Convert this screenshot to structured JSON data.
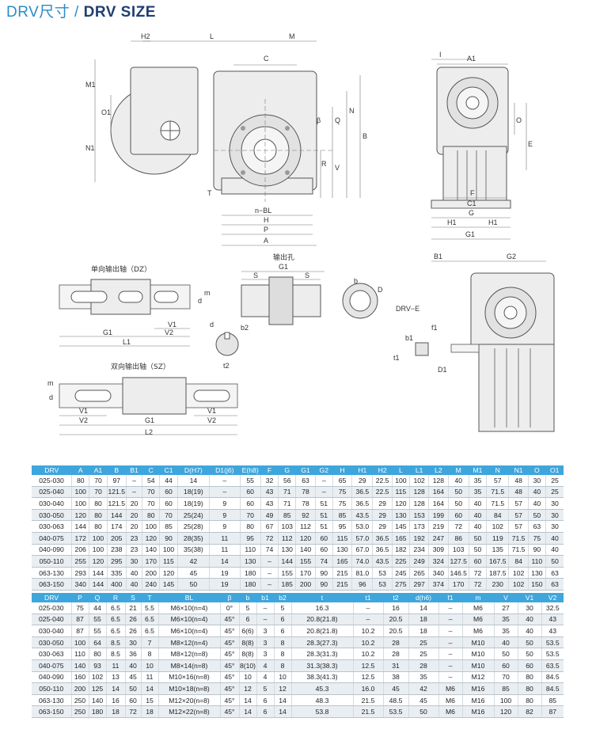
{
  "title": {
    "cn": "DRV尺寸",
    "sep": " / ",
    "en": "DRV SIZE"
  },
  "labels": {
    "H2": "H2",
    "L": "L",
    "M": "M",
    "C": "C",
    "M1": "M1",
    "O1": "O1",
    "N1": "N1",
    "Q": "Q",
    "N": "N",
    "B": "B",
    "beta": "β",
    "R": "R",
    "V": "V",
    "T": "T",
    "nBL": "n−BL",
    "H": "H",
    "P": "P",
    "A": "A",
    "I": "I",
    "A1": "A1",
    "O": "O",
    "E": "E",
    "F": "F",
    "C1": "C1",
    "G": "G",
    "H1": "H1",
    "G1": "G1",
    "dz": "单向输出轴（DZ）",
    "sz": "双向输出轴（SZ）",
    "hole": "输出孔",
    "m": "m",
    "d": "d",
    "V1": "V1",
    "V2": "V2",
    "L1": "L1",
    "L2": "L2",
    "S": "S",
    "b": "b",
    "D": "D",
    "b2": "b2",
    "t2": "t2",
    "B1": "B1",
    "G2": "G2",
    "drve": "DRV−E",
    "b1": "b1",
    "f1": "f1",
    "t1": "t1",
    "D1": "D1"
  },
  "table1": {
    "headers": [
      "DRV",
      "A",
      "A1",
      "B",
      "B1",
      "C",
      "C1",
      "D(H7)",
      "D1(j6)",
      "E(h8)",
      "F",
      "G",
      "G1",
      "G2",
      "H",
      "H1",
      "H2",
      "L",
      "L1",
      "L2",
      "M",
      "M1",
      "N",
      "N1",
      "O",
      "O1"
    ],
    "rows": [
      [
        "025-030",
        "80",
        "70",
        "97",
        "–",
        "54",
        "44",
        "14",
        "–",
        "55",
        "32",
        "56",
        "63",
        "–",
        "65",
        "29",
        "22.5",
        "100",
        "102",
        "128",
        "40",
        "35",
        "57",
        "48",
        "30",
        "25"
      ],
      [
        "025-040",
        "100",
        "70",
        "121.5",
        "–",
        "70",
        "60",
        "18(19)",
        "–",
        "60",
        "43",
        "71",
        "78",
        "–",
        "75",
        "36.5",
        "22.5",
        "115",
        "128",
        "164",
        "50",
        "35",
        "71.5",
        "48",
        "40",
        "25"
      ],
      [
        "030-040",
        "100",
        "80",
        "121.5",
        "20",
        "70",
        "60",
        "18(19)",
        "9",
        "60",
        "43",
        "71",
        "78",
        "51",
        "75",
        "36.5",
        "29",
        "120",
        "128",
        "164",
        "50",
        "40",
        "71.5",
        "57",
        "40",
        "30"
      ],
      [
        "030-050",
        "120",
        "80",
        "144",
        "20",
        "80",
        "70",
        "25(24)",
        "9",
        "70",
        "49",
        "85",
        "92",
        "51",
        "85",
        "43.5",
        "29",
        "130",
        "153",
        "199",
        "60",
        "40",
        "84",
        "57",
        "50",
        "30"
      ],
      [
        "030-063",
        "144",
        "80",
        "174",
        "20",
        "100",
        "85",
        "25(28)",
        "9",
        "80",
        "67",
        "103",
        "112",
        "51",
        "95",
        "53.0",
        "29",
        "145",
        "173",
        "219",
        "72",
        "40",
        "102",
        "57",
        "63",
        "30"
      ],
      [
        "040-075",
        "172",
        "100",
        "205",
        "23",
        "120",
        "90",
        "28(35)",
        "11",
        "95",
        "72",
        "112",
        "120",
        "60",
        "115",
        "57.0",
        "36.5",
        "165",
        "192",
        "247",
        "86",
        "50",
        "119",
        "71.5",
        "75",
        "40"
      ],
      [
        "040-090",
        "206",
        "100",
        "238",
        "23",
        "140",
        "100",
        "35(38)",
        "11",
        "110",
        "74",
        "130",
        "140",
        "60",
        "130",
        "67.0",
        "36.5",
        "182",
        "234",
        "309",
        "103",
        "50",
        "135",
        "71.5",
        "90",
        "40"
      ],
      [
        "050-110",
        "255",
        "120",
        "295",
        "30",
        "170",
        "115",
        "42",
        "14",
        "130",
        "–",
        "144",
        "155",
        "74",
        "165",
        "74.0",
        "43.5",
        "225",
        "249",
        "324",
        "127.5",
        "60",
        "167.5",
        "84",
        "110",
        "50"
      ],
      [
        "063-130",
        "293",
        "144",
        "335",
        "40",
        "200",
        "120",
        "45",
        "19",
        "180",
        "–",
        "155",
        "170",
        "90",
        "215",
        "81.0",
        "53",
        "245",
        "265",
        "340",
        "146.5",
        "72",
        "187.5",
        "102",
        "130",
        "63"
      ],
      [
        "063-150",
        "340",
        "144",
        "400",
        "40",
        "240",
        "145",
        "50",
        "19",
        "180",
        "–",
        "185",
        "200",
        "90",
        "215",
        "96",
        "53",
        "275",
        "297",
        "374",
        "170",
        "72",
        "230",
        "102",
        "150",
        "63"
      ]
    ]
  },
  "table2": {
    "headers": [
      "DRV",
      "P",
      "Q",
      "R",
      "S",
      "T",
      "BL",
      "β",
      "b",
      "b1",
      "b2",
      "t",
      "t1",
      "t2",
      "d(h6)",
      "f1",
      "m",
      "V",
      "V1",
      "V2"
    ],
    "rows": [
      [
        "025-030",
        "75",
        "44",
        "6.5",
        "21",
        "5.5",
        "M6×10(n=4)",
        "0°",
        "5",
        "–",
        "5",
        "16.3",
        "–",
        "16",
        "14",
        "–",
        "M6",
        "27",
        "30",
        "32.5"
      ],
      [
        "025-040",
        "87",
        "55",
        "6.5",
        "26",
        "6.5",
        "M6×10(n=4)",
        "45°",
        "6",
        "–",
        "6",
        "20.8(21.8)",
        "–",
        "20.5",
        "18",
        "–",
        "M6",
        "35",
        "40",
        "43"
      ],
      [
        "030-040",
        "87",
        "55",
        "6.5",
        "26",
        "6.5",
        "M6×10(n=4)",
        "45°",
        "6(6)",
        "3",
        "6",
        "20.8(21.8)",
        "10.2",
        "20.5",
        "18",
        "–",
        "M6",
        "35",
        "40",
        "43"
      ],
      [
        "030-050",
        "100",
        "64",
        "8.5",
        "30",
        "7",
        "M8×12(n=4)",
        "45°",
        "8(8)",
        "3",
        "8",
        "28.3(27.3)",
        "10.2",
        "28",
        "25",
        "–",
        "M10",
        "40",
        "50",
        "53.5"
      ],
      [
        "030-063",
        "110",
        "80",
        "8.5",
        "36",
        "8",
        "M8×12(n=8)",
        "45°",
        "8(8)",
        "3",
        "8",
        "28.3(31.3)",
        "10.2",
        "28",
        "25",
        "–",
        "M10",
        "50",
        "50",
        "53.5"
      ],
      [
        "040-075",
        "140",
        "93",
        "11",
        "40",
        "10",
        "M8×14(n=8)",
        "45°",
        "8(10)",
        "4",
        "8",
        "31.3(38.3)",
        "12.5",
        "31",
        "28",
        "–",
        "M10",
        "60",
        "60",
        "63.5"
      ],
      [
        "040-090",
        "160",
        "102",
        "13",
        "45",
        "11",
        "M10×16(n=8)",
        "45°",
        "10",
        "4",
        "10",
        "38.3(41.3)",
        "12.5",
        "38",
        "35",
        "–",
        "M12",
        "70",
        "80",
        "84.5"
      ],
      [
        "050-110",
        "200",
        "125",
        "14",
        "50",
        "14",
        "M10×18(n=8)",
        "45°",
        "12",
        "5",
        "12",
        "45.3",
        "16.0",
        "45",
        "42",
        "M6",
        "M16",
        "85",
        "80",
        "84.5"
      ],
      [
        "063-130",
        "250",
        "140",
        "16",
        "60",
        "15",
        "M12×20(n=8)",
        "45°",
        "14",
        "6",
        "14",
        "48.3",
        "21.5",
        "48.5",
        "45",
        "M6",
        "M16",
        "100",
        "80",
        "85"
      ],
      [
        "063-150",
        "250",
        "180",
        "18",
        "72",
        "18",
        "M12×22(n=8)",
        "45°",
        "14",
        "6",
        "14",
        "53.8",
        "21.5",
        "53.5",
        "50",
        "M6",
        "M16",
        "120",
        "82",
        "87"
      ]
    ]
  }
}
